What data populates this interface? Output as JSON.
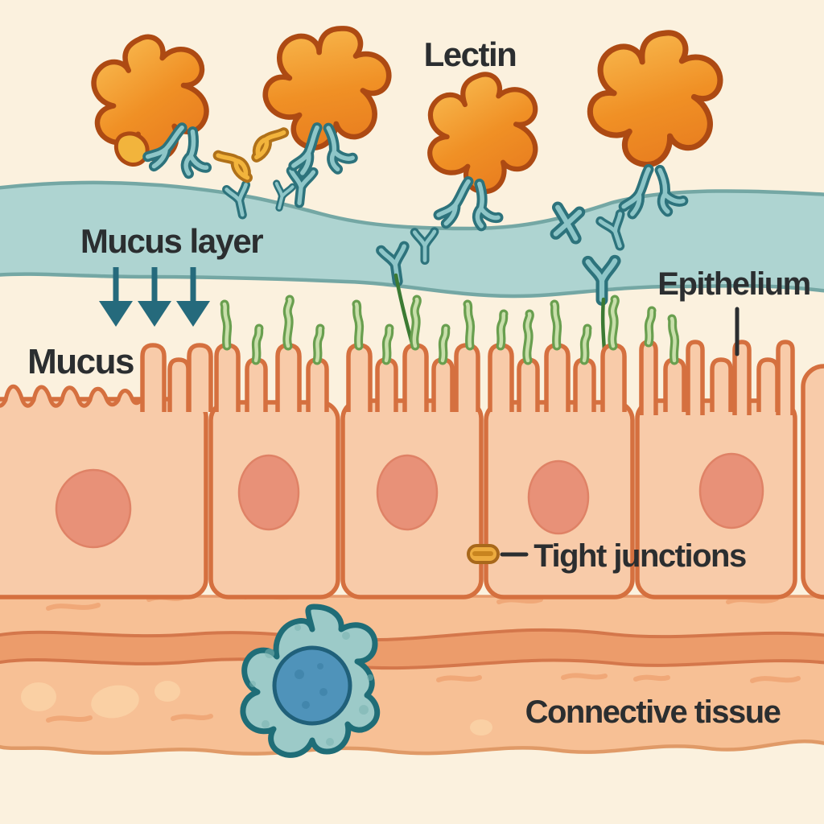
{
  "diagram": {
    "labels": {
      "lectin": "Lectin",
      "mucus_layer": "Mucus layer",
      "mucus": "Mucus",
      "epithelium": "Epithelium",
      "tight_junctions": "Tight junctions",
      "connective_tissue": "Connective tissue"
    },
    "element_counts": {
      "lectin_molecules": 4,
      "epithelial_cells": 5,
      "mucus_secretion_arrows": 3,
      "tight_junction_markers": 1,
      "immune_cells": 1
    },
    "colors": {
      "background": "#fbf1de",
      "mucus_fill": "#aed4d1",
      "mucus_edge": "#74a7a4",
      "lectin_orange": "#f09025",
      "lectin_outline": "#ad4a13",
      "glycan_teal": "#8ec6c8",
      "glycan_teal_outline": "#2d737c",
      "glycan_yellow": "#f2b43c",
      "glycan_yellow_outline": "#b07119",
      "brush_border_green": "#c9dfab",
      "brush_border_green_outline": "#699f4f",
      "cell_fill": "#f8cba9",
      "cell_outline": "#d5703f",
      "nucleus": "#e89178",
      "connective_fill": "#f7c095",
      "connective_band": "#ec9c6b",
      "immune_cell_body": "#9ccac8",
      "immune_cell_outline": "#1f6d77",
      "immune_cell_nucleus": "#4f93ba",
      "tight_junction_fill": "#ecab3f",
      "arrow_color": "#256a7c",
      "label_color": "#2b2e30"
    }
  }
}
